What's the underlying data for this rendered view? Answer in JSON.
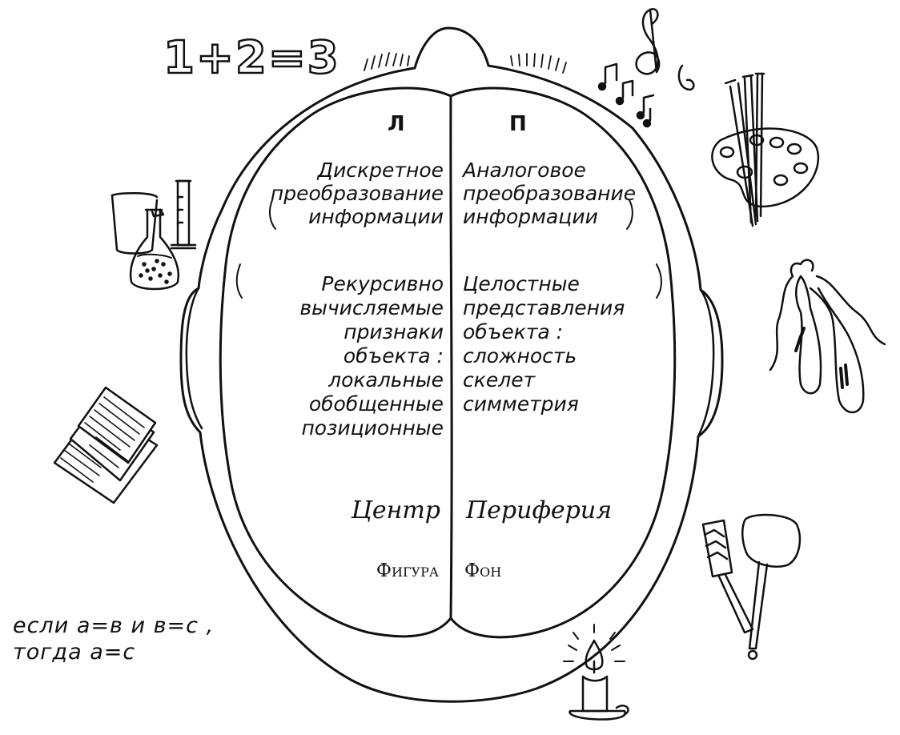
{
  "equation": "1+2=3",
  "hemispheres": {
    "left": {
      "label": "Л",
      "block1": [
        "Дискретное",
        "преобразование",
        "информации"
      ],
      "block2": [
        "Рекурсивно",
        "вычисляемые",
        "признаки",
        "объекта :",
        "локальные",
        "обобщенные",
        "позиционные"
      ],
      "center": "Центр",
      "figure": "Фигура"
    },
    "right": {
      "label": "П",
      "block1": [
        "Аналоговое",
        "преобразование",
        "информации"
      ],
      "block2": [
        "Целостные",
        "представления",
        "объекта :",
        "сложность",
        "скелет",
        "симметрия"
      ],
      "center": "Периферия",
      "figure": "Фон"
    }
  },
  "logic": [
    "если а=в  и  в=с ,",
    "тогда  а=с"
  ],
  "icons": [
    "music-notes-icon",
    "palette-brushes-icon",
    "ballet-shoes-icon",
    "hammer-chisel-icon",
    "candle-icon",
    "papers-icon",
    "lab-glassware-icon"
  ]
}
